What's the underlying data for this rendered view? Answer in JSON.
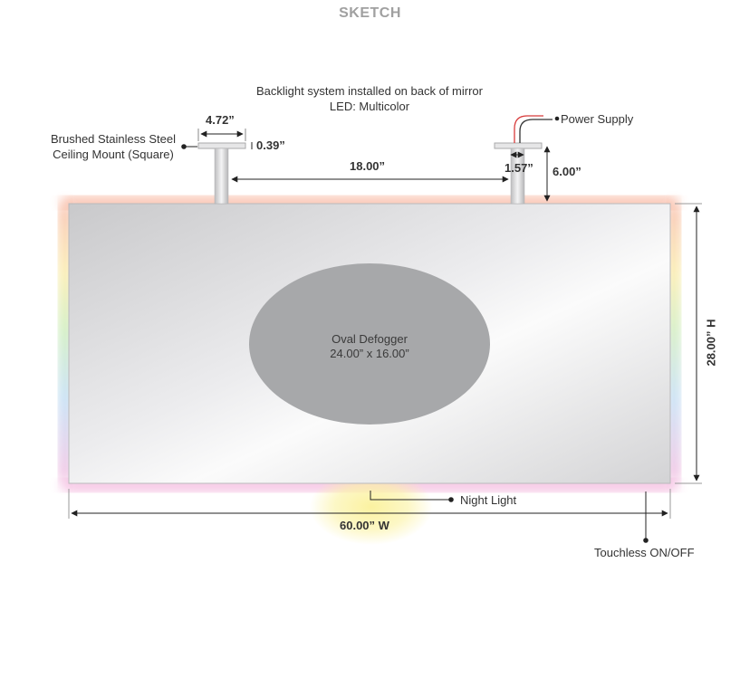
{
  "title": "SKETCH",
  "backlight_note": {
    "line1": "Backlight system installed on back of mirror",
    "line2": "LED: Multicolor"
  },
  "mount_label": {
    "line1": "Brushed Stainless Steel",
    "line2": "Ceiling Mount (Square)"
  },
  "power_supply": "Power Supply",
  "defogger": {
    "line1": "Oval Defogger",
    "line2": "24.00” x 16.00”"
  },
  "night_light": "Night Light",
  "touchless": "Touchless ON/OFF",
  "dimensions": {
    "plate_width": "4.72”",
    "plate_thickness": "0.39”",
    "post_spacing": "18.00”",
    "post_diameter": "1.57”",
    "post_height": "6.00”",
    "width": "60.00” W",
    "height": "28.00” H"
  },
  "colors": {
    "defogger": "#a7a8aa",
    "backlight_top": "#f6a58a",
    "backlight_bottom": "#f1a6d6",
    "night_light": "#fbf2a0",
    "power_wire_red": "#d83a3a"
  }
}
